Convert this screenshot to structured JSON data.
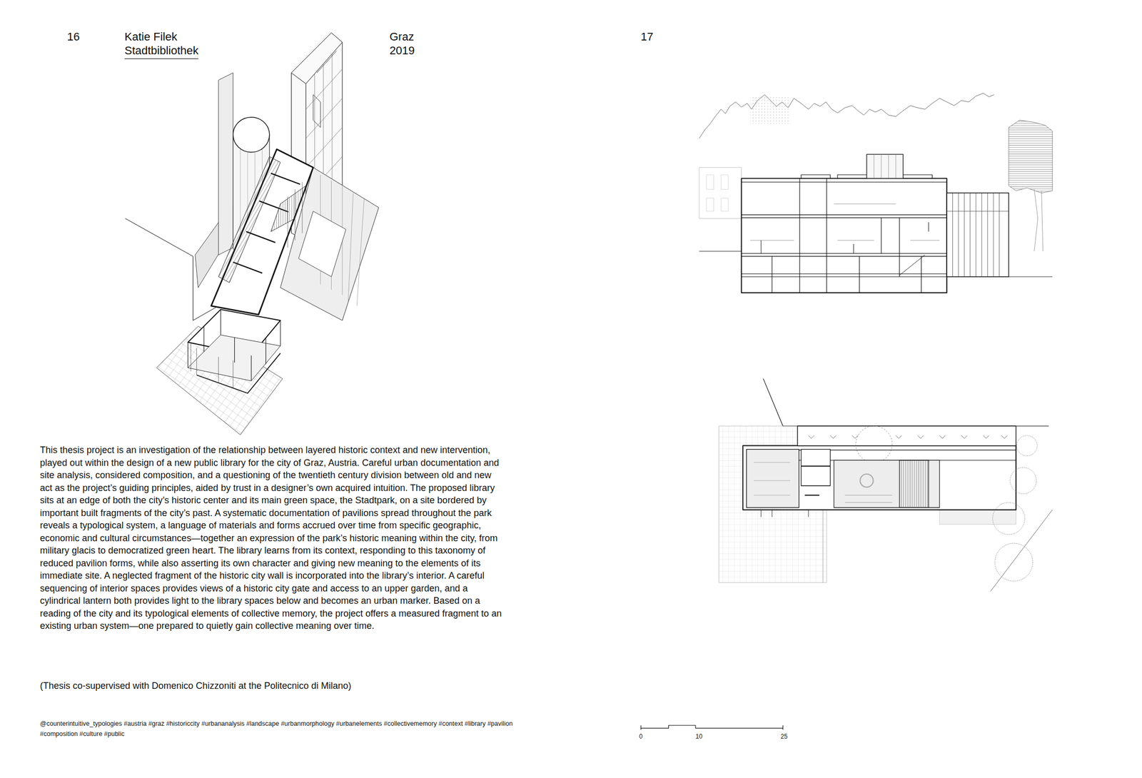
{
  "diagram": {
    "labels": [
      "16",
      "Katie Filek",
      "Stadtbibliothek",
      "Graz",
      "2019",
      "17",
      "This thesis project is an investigation of the relationship between layered historic context and new intervention, played out within the design of a new public library for the city of Graz, Austria. Careful urban documentation and site analysis, considered composition, and a questioning of the twentieth century division between old and new act as the project’s guiding principles, aided by trust in a designer’s own acquired intuition. The proposed library sits at an edge of both the city’s historic center and its main green space, the Stadtpark, on a site bordered by important built fragments of the city’s past. A systematic documentation of pavilions spread throughout the park reveals a typological system, a language of materials and forms accrued over time from specific geographic, economic and cultural circumstances—together an expression of the park’s historic meaning within the city, from military glacis to democratized green heart. The library learns from its context, responding to this taxonomy of reduced pavilion forms, while also asserting its own character and giving new meaning to the elements of its immediate site. A neglected fragment of the historic city wall is incorporated into the library’s interior. A careful sequencing of interior spaces provides views of a historic city gate and access to an upper garden, and a cylindrical lantern both provides light to the library spaces below and becomes an urban marker. Based on a reading of the city and its typological elements of collective memory, the project offers a measured fragment to an existing urban system—one prepared to quietly gain collective meaning over time.",
      "(Thesis co-supervised with Domenico Chizzoniti at the Politecnico di Milano)",
      "@counterintuitive_typologies #austria #graz #historiccity #urbananalysis #landscape #urbanmorphology #urbanelements #collectivememory #context #library #pavilion #composition #culture #public",
      "0",
      "10",
      "25"
    ]
  }
}
